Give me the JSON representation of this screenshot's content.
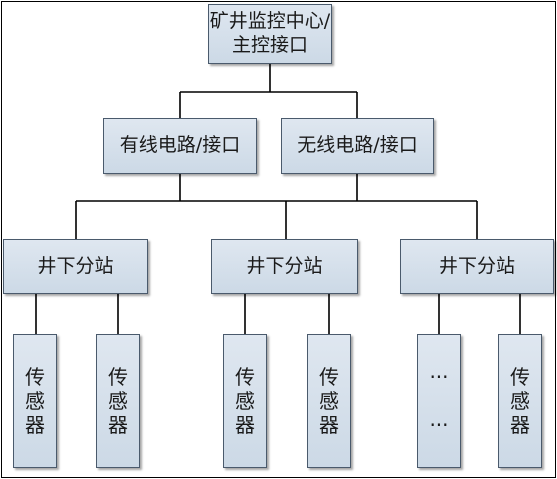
{
  "diagram": {
    "root": {
      "label": "矿井监控中心/\n主控接口"
    },
    "interfaces": [
      {
        "label": "有线电路/接口"
      },
      {
        "label": "无线电路/接口"
      }
    ],
    "substations": [
      {
        "label": "井下分站"
      },
      {
        "label": "井下分站"
      },
      {
        "label": "井下分站"
      }
    ],
    "sensors": [
      {
        "label": "传\n感\n器"
      },
      {
        "label": "传\n感\n器"
      },
      {
        "label": "传\n感\n器"
      },
      {
        "label": "传\n感\n器"
      },
      {
        "label": "···\n\n···"
      },
      {
        "label": "传\n感\n器"
      }
    ],
    "colors": {
      "box_fill": "#d5e0eb",
      "box_border": "#4a5a6c",
      "connector": "#000000"
    }
  }
}
